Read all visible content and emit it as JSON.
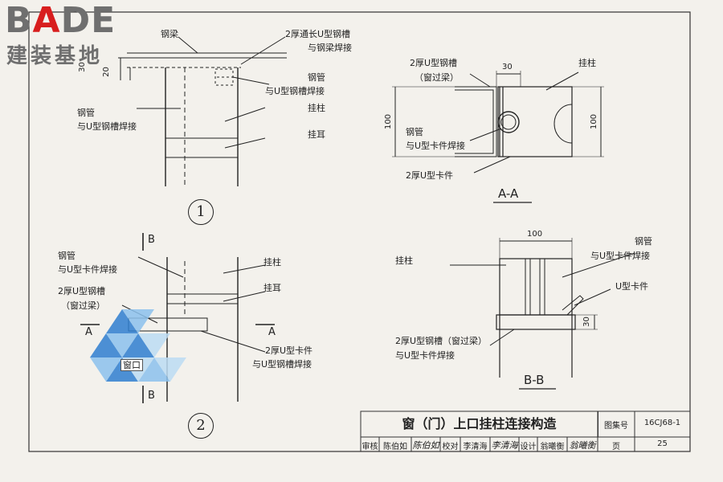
{
  "logo": {
    "brand_a": "B",
    "brand_b": "A",
    "brand_c": "DE",
    "sub": "建装基地"
  },
  "watermark": {
    "label": "窗口"
  },
  "detail1": {
    "number": "1",
    "dims": {
      "d30": "30",
      "d20": "20"
    },
    "labels": {
      "beam": "钢梁",
      "top_right_1": "2厚通长U型钢槽",
      "top_right_2": "与钢梁焊接",
      "pipe": "钢管",
      "pipe_weld": "与U型钢槽焊接",
      "left_1": "钢管",
      "left_2": "与U型钢槽焊接",
      "column": "挂柱",
      "ear": "挂耳"
    }
  },
  "sectionAA": {
    "title": "A-A",
    "dims": {
      "top": "30",
      "left": "100",
      "right": "100"
    },
    "labels": {
      "channel_1": "2厚U型钢槽",
      "channel_2": "（窗过梁）",
      "column": "挂柱",
      "pipe_1": "钢管",
      "pipe_2": "与U型卡件焊接",
      "clip": "2厚U型卡件"
    }
  },
  "detail2": {
    "number": "2",
    "cut_B": "B",
    "cut_A": "A",
    "labels": {
      "pipe_1": "钢管",
      "pipe_2": "与U型卡件焊接",
      "channel_1": "2厚U型钢槽",
      "channel_2": "（窗过梁）",
      "column": "挂柱",
      "ear": "挂耳",
      "clip_1": "2厚U型卡件",
      "clip_2": "与U型钢槽焊接"
    }
  },
  "sectionBB": {
    "title": "B-B",
    "dims": {
      "top": "100",
      "right": "30"
    },
    "labels": {
      "column": "挂柱",
      "pipe_1": "钢管",
      "pipe_2": "与U型卡件焊接",
      "clip": "U型卡件",
      "channel_1": "2厚U型钢槽（窗过梁）",
      "channel_2": "与U型卡件焊接"
    }
  },
  "title_block": {
    "title": "窗（门）上口挂柱连接构造",
    "atlas_label": "图集号",
    "atlas_no": "16CJ68-1",
    "review_label": "审核",
    "review_name": "陈伯如",
    "review_sign": "陈伯如",
    "check_label": "校对",
    "check_name": "李清海",
    "check_sign": "李清海",
    "design_label": "设计",
    "design_name": "翁曦衡",
    "design_sign": "翁曦衡",
    "page_label": "页",
    "page_no": "25"
  }
}
